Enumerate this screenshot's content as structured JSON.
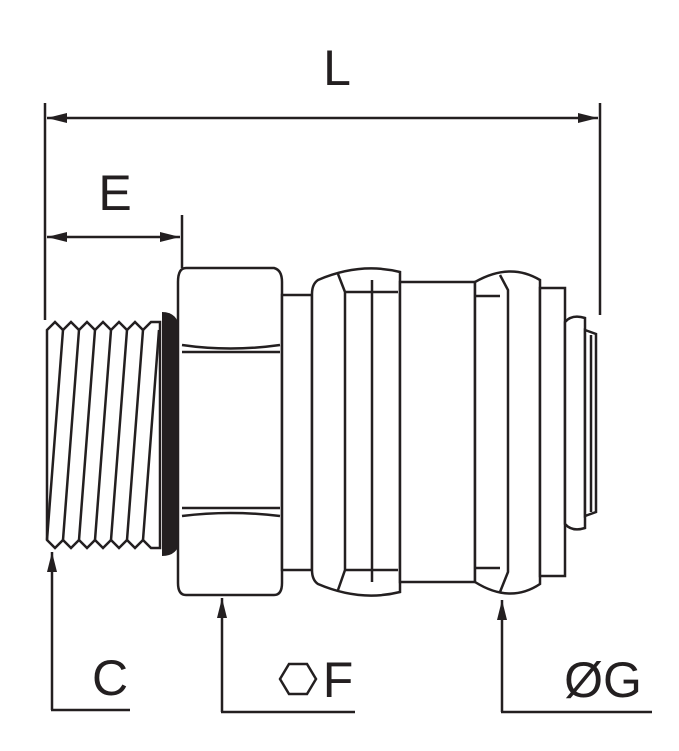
{
  "dimensions": {
    "length_label": "L",
    "thread_length_label": "E",
    "thread_label": "C",
    "hex_label": "F",
    "diameter_label": "ØG"
  },
  "colors": {
    "line": "#231f20",
    "background": "#ffffff"
  }
}
